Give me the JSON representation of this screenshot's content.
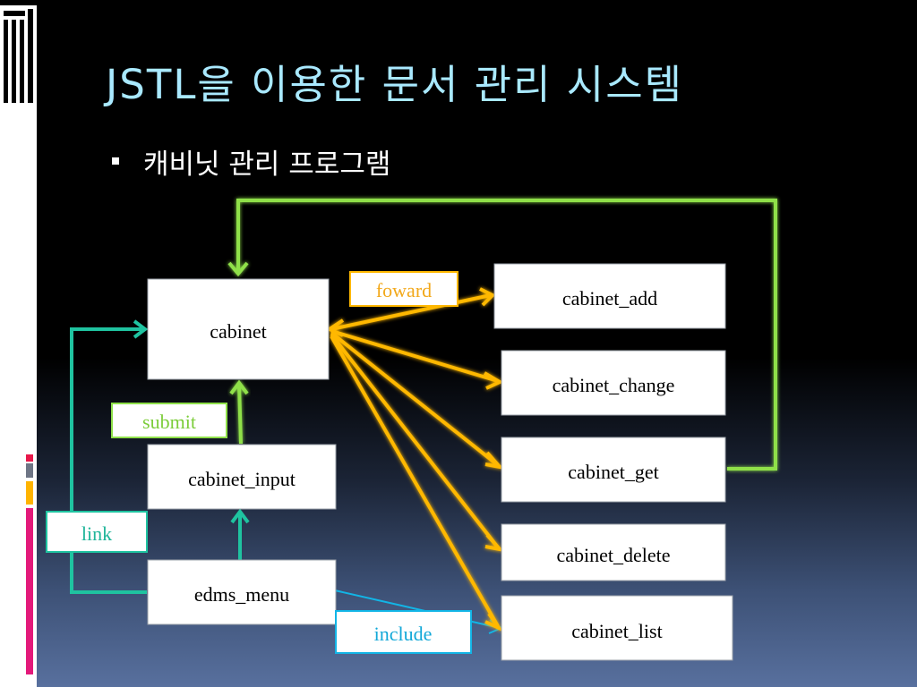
{
  "title": "JSTL을 이용한 문서 관리 시스템",
  "bullet_text": "캐비닛 관리 프로그램",
  "diagram": {
    "nodes": {
      "cabinet": "cabinet",
      "cabinet_input": "cabinet_input",
      "edms_menu": "edms_menu",
      "cabinet_add": "cabinet_add",
      "cabinet_change": "cabinet_change",
      "cabinet_get": "cabinet_get",
      "cabinet_delete": "cabinet_delete",
      "cabinet_list": "cabinet_list"
    },
    "edge_labels": {
      "foward": "foward",
      "submit": "submit",
      "link": "link",
      "include": "include"
    },
    "colors": {
      "forward": "#ffb800",
      "submit": "#8fe04a",
      "link": "#1fc3a0",
      "include": "#12b5e6"
    }
  }
}
